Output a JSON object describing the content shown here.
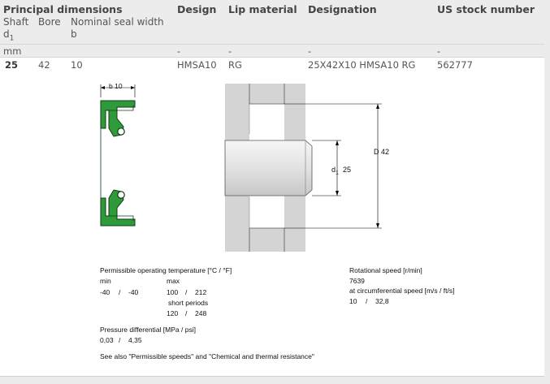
{
  "header": {
    "principal_dimensions": "Principal dimensions",
    "shaft": "Shaft",
    "shaft_sym": "d",
    "shaft_sub": "1",
    "bore": "Bore",
    "nominal_width": "Nominal seal width",
    "nominal_width_sym": "b",
    "design": "Design",
    "lip_material": "Lip material",
    "designation": "Designation",
    "stock_number": "US stock number"
  },
  "units": {
    "dims": "mm",
    "design": "-",
    "lip": "-",
    "designation": "-",
    "stock": "-"
  },
  "product": {
    "shaft": "25",
    "bore": "42",
    "width": "10",
    "design": "HMSA10",
    "lip_material": "RG",
    "designation": "25X42X10 HMSA10 RG",
    "stock_number": "562777"
  },
  "drawing": {
    "width_label": "b 10",
    "outer_label": "D 42",
    "shaft_label_sym": "d",
    "shaft_label_sub": "1",
    "shaft_label_val": "25"
  },
  "specs": {
    "temp_title": "Permissible operating temperature [°C / °F]",
    "min_label": "min",
    "max_label": "max",
    "min_c": "-40",
    "min_sep": "/",
    "min_f": "-40",
    "max_c": "100",
    "max_sep": "/",
    "max_f": "212",
    "short_label": "short periods",
    "short_c": "120",
    "short_sep": "/",
    "short_f": "248",
    "pressure_title": "Pressure differential [MPa / psi]",
    "pressure_mpa": "0,03",
    "pressure_sep": "/",
    "pressure_psi": "4,35",
    "see_also": "See also \"Permissible speeds\" and \"Chemical and thermal resistance\"",
    "rot_title": "Rotational speed [r/min]",
    "rot_value": "7639",
    "circ_title": "at circumferential speed [m/s / ft/s]",
    "circ_ms": "10",
    "circ_sep": "/",
    "circ_fts": "32,8"
  },
  "colors": {
    "seal_green": "#2e9a3a",
    "housing_grey": "#d4d4d4",
    "shaft_grey": "#dcdcdc"
  }
}
